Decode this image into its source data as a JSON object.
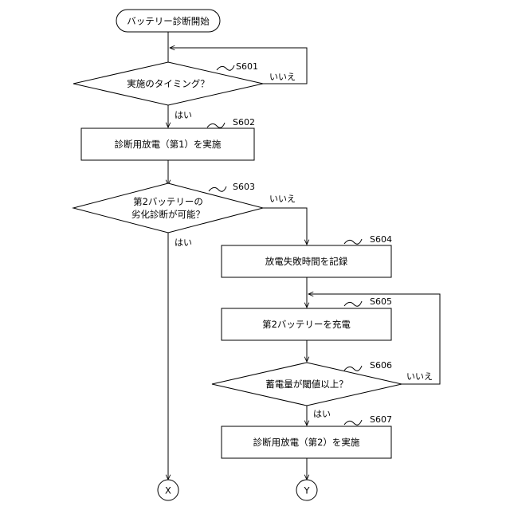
{
  "nodes": {
    "start": "バッテリー診断開始",
    "s601": "実施のタイミング？",
    "s602": "診断用放電（第1）を実施",
    "s603_line1": "第2バッテリーの",
    "s603_line2": "劣化診断が可能？",
    "s604": "放電失敗時間を記録",
    "s605": "第2バッテリーを充電",
    "s606": "蓄電量が閾値以上？",
    "s607": "診断用放電（第2）を実施",
    "conn_x": "X",
    "conn_y": "Y"
  },
  "steps": {
    "s601": "S601",
    "s602": "S602",
    "s603": "S603",
    "s604": "S604",
    "s605": "S605",
    "s606": "S606",
    "s607": "S607"
  },
  "branches": {
    "s601_no": "いいえ",
    "s601_yes": "はい",
    "s603_no": "いいえ",
    "s603_yes": "はい",
    "s606_no": "いいえ",
    "s606_yes": "はい"
  }
}
